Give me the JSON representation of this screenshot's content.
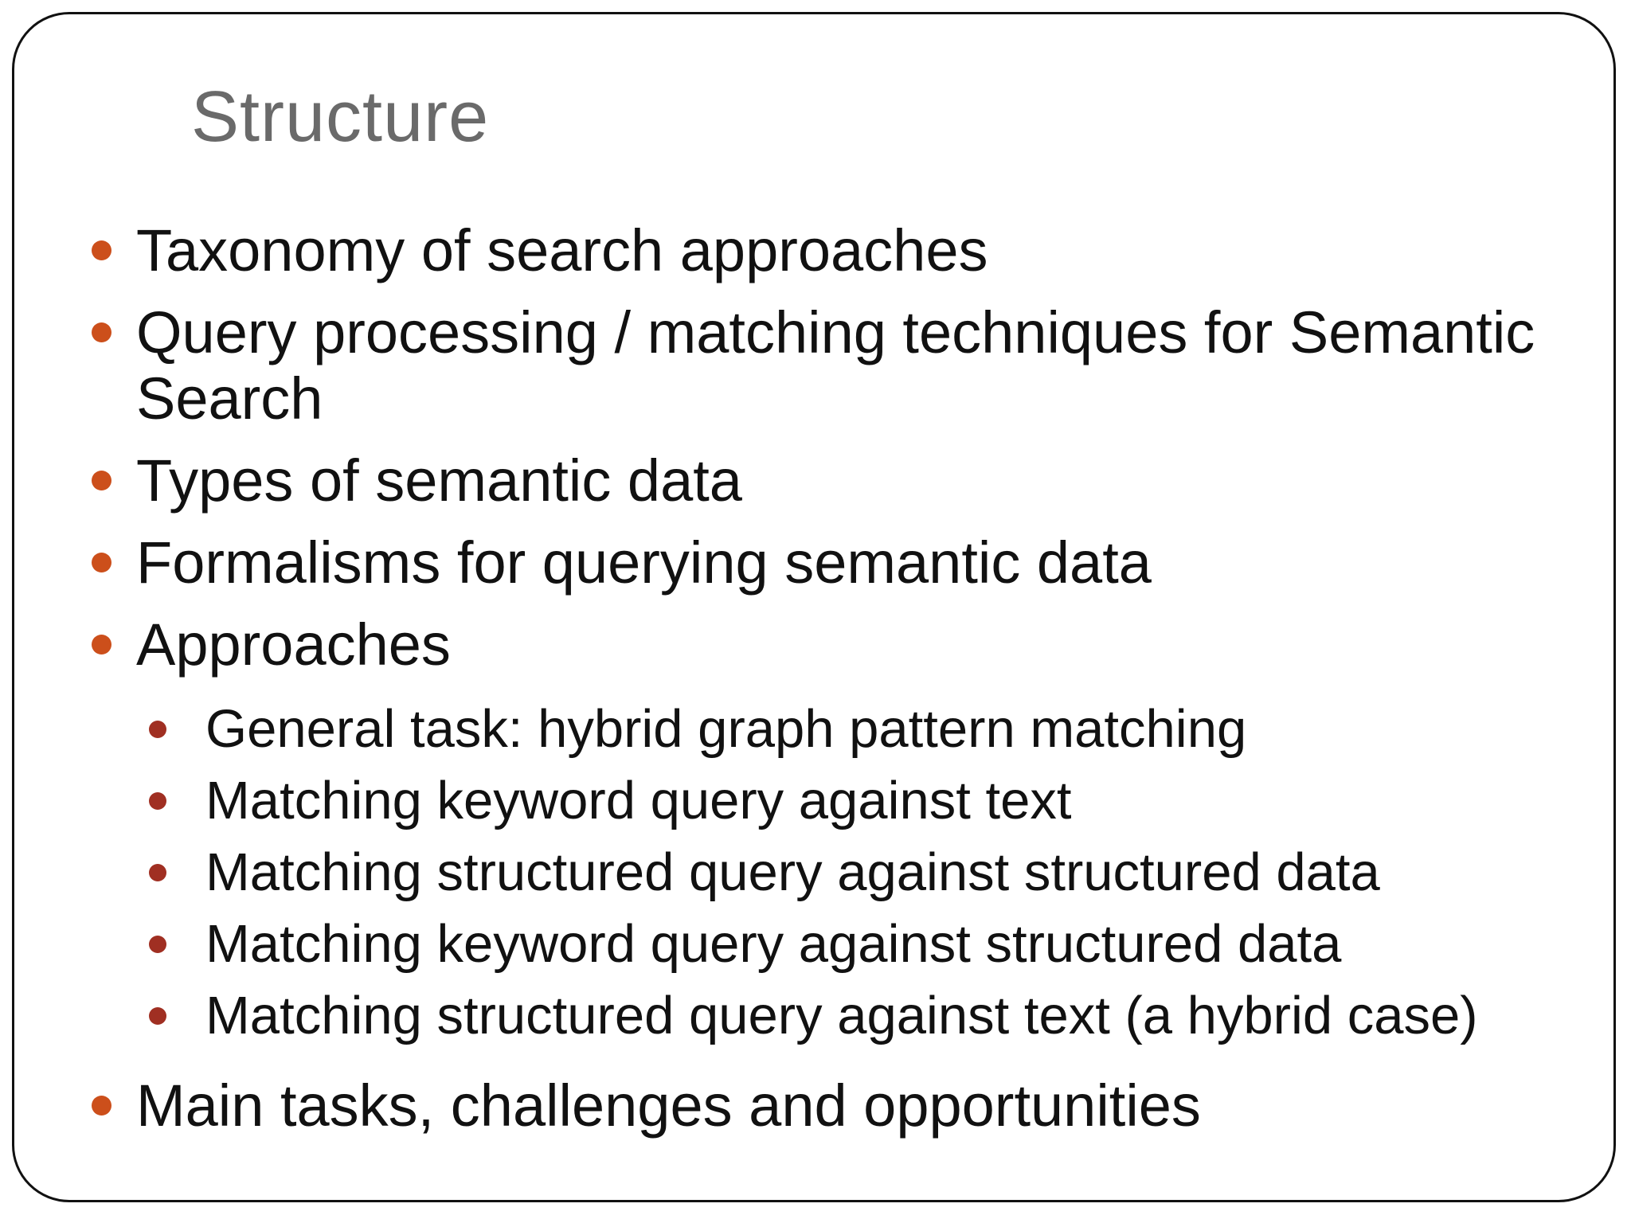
{
  "slide": {
    "title": "Structure",
    "items": [
      {
        "level": 1,
        "text": "Taxonomy of search approaches"
      },
      {
        "level": 1,
        "text": "Query processing / matching techniques for Semantic Search"
      },
      {
        "level": 1,
        "text": "Types of semantic data"
      },
      {
        "level": 1,
        "text": "Formalisms for querying semantic data"
      },
      {
        "level": 1,
        "text": "Approaches"
      },
      {
        "level": 2,
        "text": "General task: hybrid graph pattern matching"
      },
      {
        "level": 2,
        "text": "Matching keyword query against text"
      },
      {
        "level": 2,
        "text": "Matching structured query against structured data"
      },
      {
        "level": 2,
        "text": "Matching keyword query against structured data"
      },
      {
        "level": 2,
        "text": "Matching structured query against text (a hybrid case)"
      },
      {
        "level": 1,
        "text": "Main tasks, challenges and opportunities"
      }
    ],
    "colors": {
      "title": "#6a6a6a",
      "body_text": "#111111",
      "bullet_level1": "#cc4f1b",
      "bullet_level2": "#a02f22",
      "border": "#111111",
      "background": "#ffffff"
    }
  }
}
